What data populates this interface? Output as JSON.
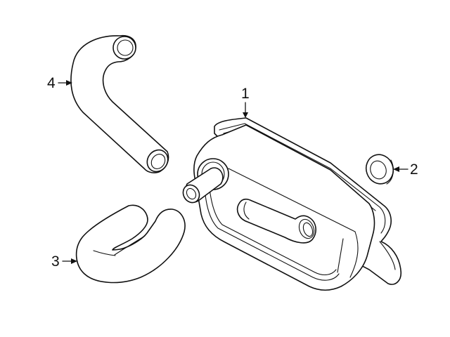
{
  "diagram": {
    "type": "exploded parts diagram",
    "background": "#ffffff",
    "line_color": "#111111",
    "parts": [
      {
        "callout": "1",
        "part": "oil-cooler",
        "leader": "down"
      },
      {
        "callout": "2",
        "part": "seal-ring",
        "leader": "left"
      },
      {
        "callout": "3",
        "part": "lower-hose",
        "leader": "right"
      },
      {
        "callout": "4",
        "part": "upper-hose",
        "leader": "right"
      }
    ]
  },
  "labels": {
    "one": "1",
    "two": "2",
    "three": "3",
    "four": "4"
  }
}
